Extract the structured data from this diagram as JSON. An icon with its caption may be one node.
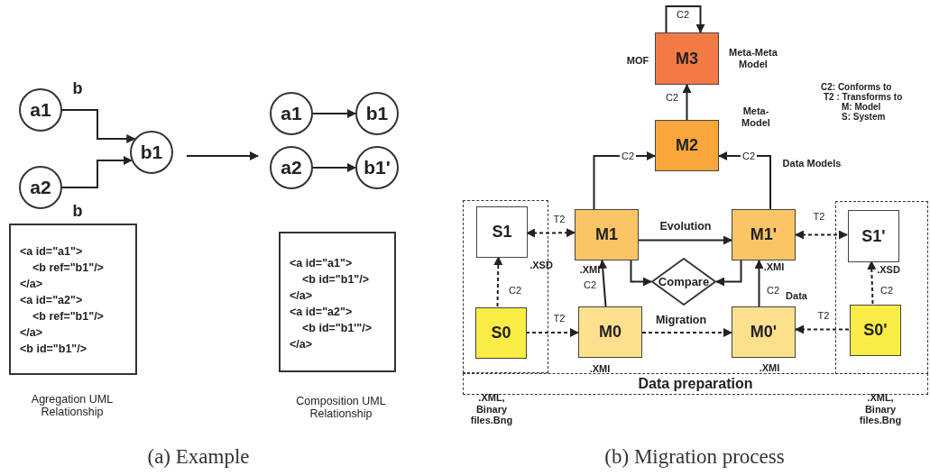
{
  "diagram": {
    "nodes": [
      {
        "text": [
          "a1"
        ]
      },
      {
        "text": [
          "a2"
        ]
      },
      {
        "text": [
          "b1"
        ]
      },
      {
        "text": [
          "a1"
        ]
      },
      {
        "text": [
          "b1"
        ]
      },
      {
        "text": [
          "a2"
        ]
      },
      {
        "text": [
          "b1'"
        ]
      },
      {
        "text": [
          "<a id=\"a1\">",
          "<b ref=\"b1\"/>",
          "</a>",
          "<a id=\"a2\">",
          "<b ref=\"b1\"/>",
          "</a>",
          "<b id=\"b1\"/>"
        ],
        "beside": [
          "Agregation UML Relationship"
        ]
      },
      {
        "text": [
          "<a id=\"a1\">",
          "<b id=\"b1\"/>",
          "</a>",
          "<a id=\"a2\">",
          "<b id=\"b1'\"/>",
          "</a>"
        ],
        "beside": [
          "Composition UML Relationship"
        ]
      },
      {
        "text": [
          "M3"
        ],
        "beside": [
          "MOF",
          "Meta-Meta Model"
        ]
      },
      {
        "text": [
          "M2"
        ],
        "beside": [
          "Meta- Model"
        ]
      },
      {
        "text": [],
        "shape": "box"
      },
      {
        "text": [
          "S1"
        ],
        "in": 11,
        "beside": [
          ".XSD"
        ]
      },
      {
        "text": [
          "M1"
        ],
        "beside": [
          ".XMI"
        ]
      },
      {
        "text": [
          "M1'"
        ],
        "beside": [
          ".XMI"
        ]
      },
      {
        "text": [],
        "shape": "box"
      },
      {
        "text": [
          "S1'"
        ],
        "in": 15,
        "beside": [
          ".XSD"
        ]
      },
      {
        "text": [
          "Compare"
        ]
      },
      {
        "text": [
          "S0"
        ],
        "in": 11
      },
      {
        "text": [
          "M0"
        ]
      },
      {
        "text": [
          "M0'"
        ],
        "beside": [
          ".XMI"
        ]
      },
      {
        "text": [
          "S0'"
        ],
        "in": 15
      },
      {
        "text": [
          "Data preparation"
        ]
      }
    ],
    "edges": [
      {
        "from": 0,
        "to": 2,
        "arrow": "to",
        "label": "b"
      },
      {
        "from": 1,
        "to": 2,
        "arrow": "to",
        "label": "b"
      },
      {
        "from": 3,
        "to": 4,
        "arrow": "to"
      },
      {
        "from": 5,
        "to": 6,
        "arrow": "to"
      },
      {
        "from": 9,
        "to": 9,
        "arrow": "to",
        "label": "C2"
      },
      {
        "from": 10,
        "to": 9,
        "arrow": "to",
        "label": "C2"
      },
      {
        "from": 13,
        "to": 10,
        "arrow": "to",
        "label": "C2"
      },
      {
        "from": 14,
        "to": 10,
        "arrow": "to",
        "label": "C2"
      },
      {
        "from": 12,
        "to": 13,
        "arrow": "both",
        "label": "T2",
        "style": "dashed"
      },
      {
        "from": 13,
        "to": 14,
        "arrow": "to",
        "label": "Evolution"
      },
      {
        "from": 13,
        "to": 17,
        "arrow": "to"
      },
      {
        "from": 14,
        "to": 17,
        "arrow": "to"
      },
      {
        "from": 19,
        "to": 13,
        "arrow": "to",
        "label": "C2"
      },
      {
        "from": 20,
        "to": 14,
        "arrow": "to",
        "label": "C2"
      },
      {
        "from": 18,
        "to": 12,
        "arrow": "to",
        "label": "C2",
        "style": "dashed"
      },
      {
        "from": 18,
        "to": 19,
        "arrow": "to",
        "label": "T2",
        "style": "dashed"
      },
      {
        "from": 19,
        "to": 20,
        "arrow": "to",
        "label": "Migration",
        "style": "dashed"
      },
      {
        "from": 21,
        "to": 20,
        "arrow": "to",
        "label": "T2",
        "style": "dashed"
      },
      {
        "from": 14,
        "to": 16,
        "arrow": "both",
        "label": "T2",
        "style": "dashed"
      },
      {
        "from": 21,
        "to": 16,
        "arrow": "to",
        "label": "C2",
        "style": "dashed"
      }
    ],
    "labels": [
      "Data Models",
      "C2: Conforms to",
      "T2 : Transforms to",
      "M: Model",
      "S: System",
      "Data",
      ".XMI",
      ".XML, Binary files.Bng",
      ".XML, Binary files.Bng",
      "(a) Example",
      "(b) Migration process"
    ]
  }
}
